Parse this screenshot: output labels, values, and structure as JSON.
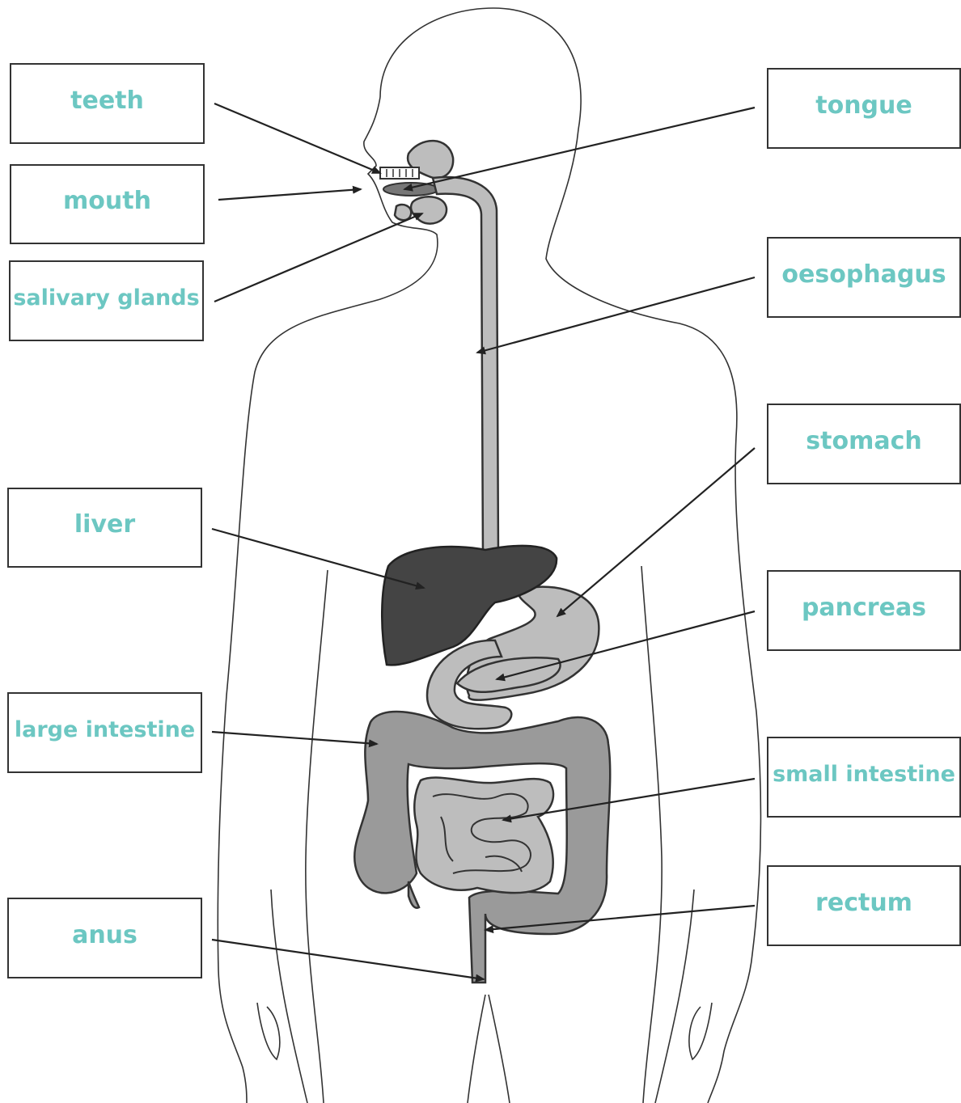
{
  "labels": {
    "teeth": "teeth",
    "mouth": "mouth",
    "salivary_glands": "salivary glands",
    "liver": "liver",
    "large_intestine": "large intestine",
    "anus": "anus",
    "tongue": "tongue",
    "oesophagus": "oesophagus",
    "stomach": "stomach",
    "pancreas": "pancreas",
    "small_intestine": "small intestine",
    "rectum": "rectum"
  },
  "colors": {
    "label_text": "#6cc7c2",
    "box_border": "#333333",
    "liver": "#444444",
    "upper_digestive": "#bdbdbd",
    "intestines": "#9a9a9a"
  }
}
